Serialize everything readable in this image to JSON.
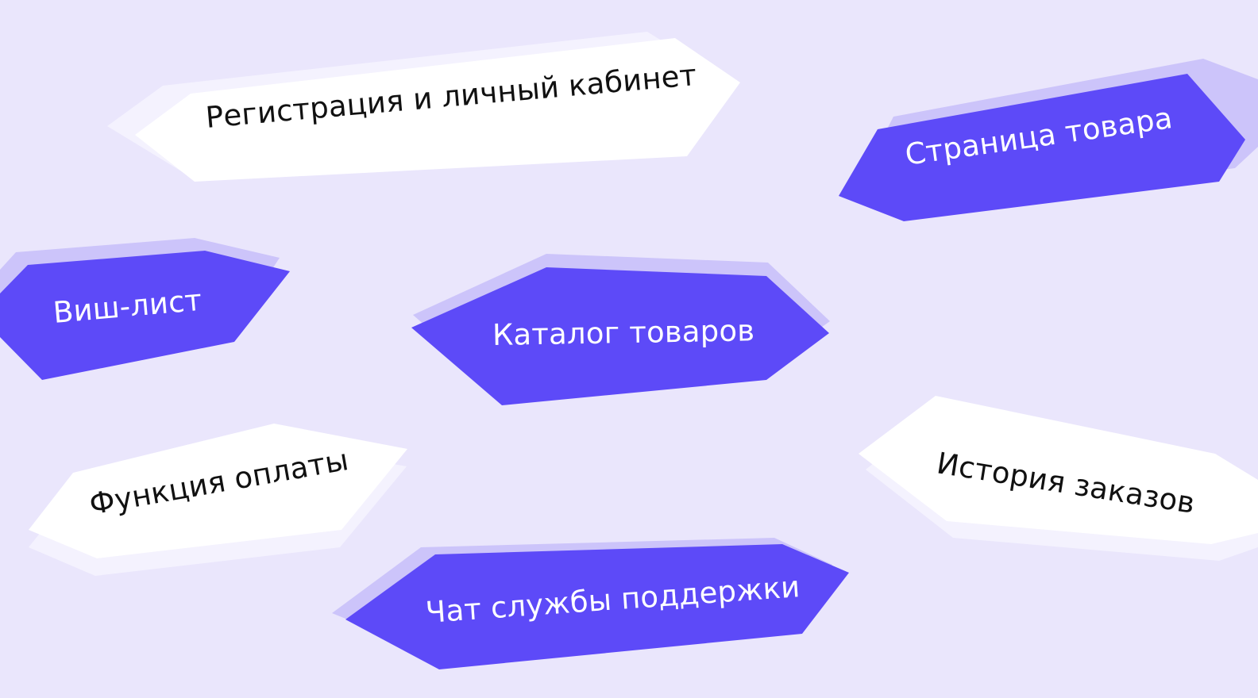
{
  "features": [
    {
      "id": "registration",
      "label": "Регистрация и личный кабинет",
      "style": "light"
    },
    {
      "id": "product-page",
      "label": "Страница товара",
      "style": "accent"
    },
    {
      "id": "wishlist",
      "label": "Виш-лист",
      "style": "accent"
    },
    {
      "id": "catalog",
      "label": "Каталог товаров",
      "style": "accent"
    },
    {
      "id": "payment",
      "label": "Функция оплаты",
      "style": "light"
    },
    {
      "id": "order-history",
      "label": "История заказов",
      "style": "light"
    },
    {
      "id": "support-chat",
      "label": "Чат службы поддержки",
      "style": "accent"
    }
  ],
  "colors": {
    "background": "#EAE6FC",
    "accent": "#5D4AF8",
    "accent_shadow": "#CCC4FA",
    "light": "#FFFFFF",
    "light_shadow": "#F4F2FE",
    "text_dark": "#111111",
    "text_light": "#FFFFFF"
  }
}
